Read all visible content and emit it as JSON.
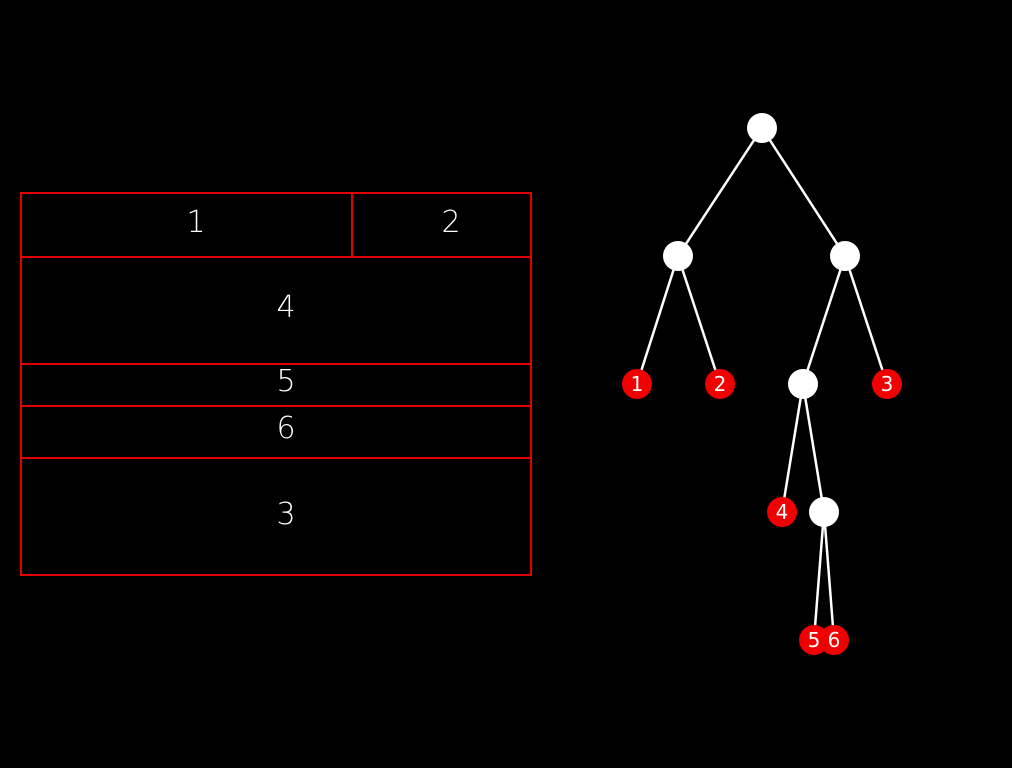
{
  "colors": {
    "background": "#000000",
    "partition_border": "#e00000",
    "tree_edge": "#ffffff",
    "internal_node": "#ffffff",
    "leaf_node": "#f00000",
    "text": "#ffffff"
  },
  "partition": {
    "regions": [
      {
        "id": "r1",
        "label": "1"
      },
      {
        "id": "r2",
        "label": "2"
      },
      {
        "id": "r4",
        "label": "4"
      },
      {
        "id": "r5",
        "label": "5"
      },
      {
        "id": "r6",
        "label": "6"
      },
      {
        "id": "r3",
        "label": "3"
      }
    ]
  },
  "tree": {
    "leaves": [
      {
        "id": "l1",
        "label": "1"
      },
      {
        "id": "l2",
        "label": "2"
      },
      {
        "id": "l3",
        "label": "3"
      },
      {
        "id": "l4",
        "label": "4"
      },
      {
        "id": "l5",
        "label": "5"
      },
      {
        "id": "l6",
        "label": "6"
      }
    ]
  }
}
